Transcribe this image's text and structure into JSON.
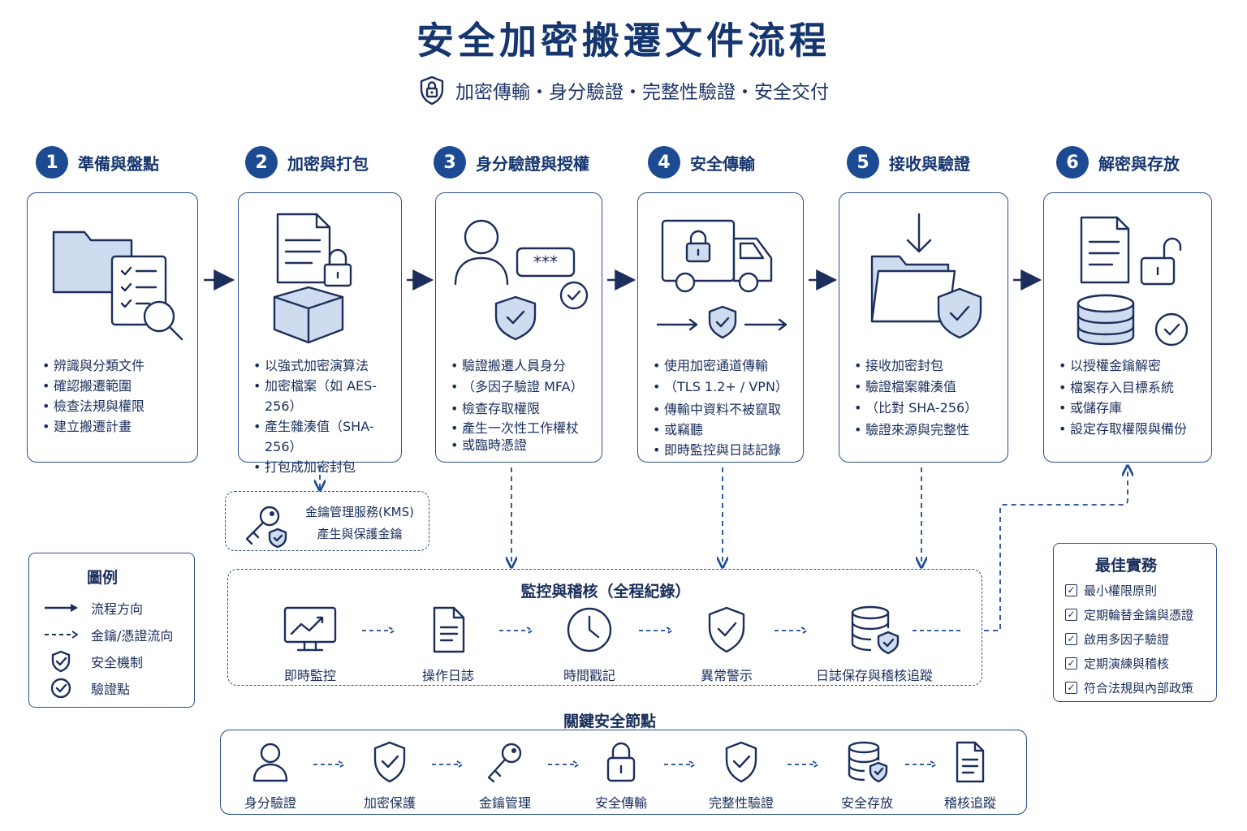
{
  "title": "安全加密搬遷文件流程",
  "subtitle": "加密傳輸・身分驗證・完整性驗證・安全交付",
  "steps": [
    {
      "num": "1",
      "title": "準備與盤點",
      "bullets": [
        "辨識與分類文件",
        "確認搬遷範圍",
        "檢查法規與權限",
        "建立搬遷計畫"
      ]
    },
    {
      "num": "2",
      "title": "加密與打包",
      "bullets": [
        "以強式加密演算法",
        "加密檔案（如 AES-256）",
        "產生雜湊值（SHA-256）",
        "打包成加密封包"
      ]
    },
    {
      "num": "3",
      "title": "身分驗證與授權",
      "bullets": [
        "驗證搬遷人員身分",
        "（多因子驗證 MFA）",
        "檢查存取權限",
        "產生一次性工作權杖",
        "或臨時憑證"
      ]
    },
    {
      "num": "4",
      "title": "安全傳輸",
      "bullets": [
        "使用加密通道傳輸",
        "（TLS 1.2+ / VPN）",
        "傳輸中資料不被竄取",
        "或竊聽",
        "即時監控與日誌記錄"
      ]
    },
    {
      "num": "5",
      "title": "接收與驗證",
      "bullets": [
        "接收加密封包",
        "驗證檔案雜湊值",
        "（比對 SHA-256）",
        "驗證來源與完整性"
      ]
    },
    {
      "num": "6",
      "title": "解密與存放",
      "bullets": [
        "以授權金鑰解密",
        "檔案存入目標系統",
        "或儲存庫",
        "設定存取權限與備份"
      ]
    }
  ],
  "kms": {
    "line1": "金鑰管理服務(KMS)",
    "line2": "產生與保護金鑰"
  },
  "legend": {
    "title": "圖例",
    "items": [
      {
        "icon": "solid-arrow-icon",
        "label": "流程方向"
      },
      {
        "icon": "dashed-arrow-icon",
        "label": "金鑰/憑證流向"
      },
      {
        "icon": "shield-check-icon",
        "label": "安全機制"
      },
      {
        "icon": "circle-check-icon",
        "label": "驗證點"
      }
    ]
  },
  "monitor": {
    "title": "監控與稽核（全程紀錄）",
    "items": [
      {
        "icon": "monitor-chart-icon",
        "label": "即時監控"
      },
      {
        "icon": "document-icon",
        "label": "操作日誌"
      },
      {
        "icon": "clock-icon",
        "label": "時間戳記"
      },
      {
        "icon": "shield-check-icon",
        "label": "異常警示"
      },
      {
        "icon": "database-shield-icon",
        "label": "日誌保存與稽核追蹤"
      }
    ]
  },
  "best_practices": {
    "title": "最佳實務",
    "items": [
      "最小權限原則",
      "定期輪替金鑰與憑證",
      "啟用多因子驗證",
      "定期演練與稽核",
      "符合法規與內部政策"
    ]
  },
  "key_nodes": {
    "title": "關鍵安全節點",
    "items": [
      {
        "icon": "person-icon",
        "label": "身分驗證"
      },
      {
        "icon": "shield-check-icon",
        "label": "加密保護"
      },
      {
        "icon": "key-icon",
        "label": "金鑰管理"
      },
      {
        "icon": "padlock-icon",
        "label": "安全傳輸"
      },
      {
        "icon": "shield-check-icon",
        "label": "完整性驗證"
      },
      {
        "icon": "database-shield-icon",
        "label": "安全存放"
      },
      {
        "icon": "document-icon",
        "label": "稽核追蹤"
      }
    ]
  },
  "colors": {
    "primary": "#1c4b94",
    "ink": "#1c2f5c",
    "icon_fill": "#cfdcef"
  }
}
